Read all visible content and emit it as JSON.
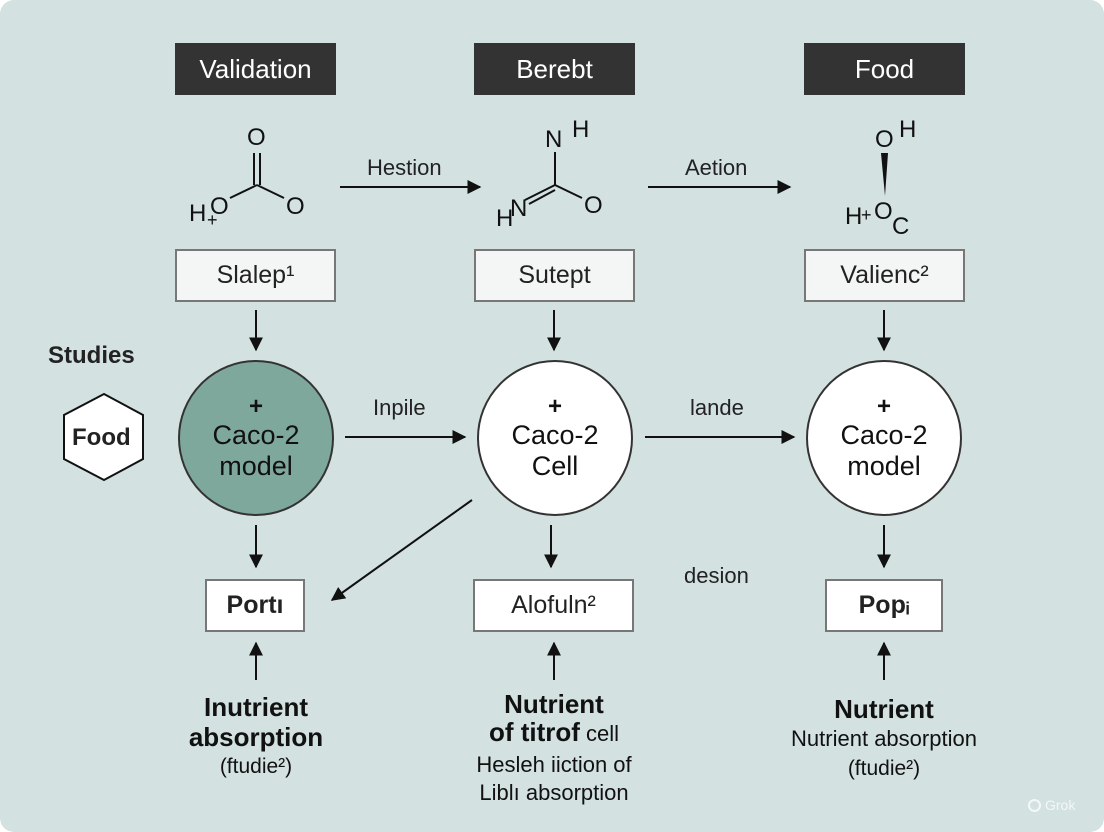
{
  "headers": [
    "Validation",
    "Berebt",
    "Food"
  ],
  "arrow_labels": {
    "top_left": "Hestion",
    "top_right": "Aetion",
    "mid_left": "Inpile",
    "mid_right": "lande",
    "lower_right": "desion"
  },
  "molecules": {
    "left": {
      "o_top": "O",
      "h": "H",
      "plus": "+",
      "o_left": "O",
      "o_right": "O"
    },
    "middle": {
      "n_top": "N",
      "h_top": "H",
      "h": "H",
      "n": "N",
      "o": "O"
    },
    "right": {
      "o_top": "O",
      "h_top": "H",
      "h": "H",
      "plus": "+",
      "o": "O",
      "c": "C"
    }
  },
  "stage_boxes": [
    "Slalep¹",
    "Sutept",
    "Valienc²"
  ],
  "side": {
    "studies": "Studies",
    "food": "Food"
  },
  "circles": [
    {
      "plus": "+",
      "line1": "Caco-2",
      "line2": "model"
    },
    {
      "plus": "+",
      "line1": "Caco-2",
      "line2": "Cell"
    },
    {
      "plus": "+",
      "line1": "Caco-2",
      "line2": "model"
    }
  ],
  "result_boxes": [
    "Portı",
    "Alofuln²",
    "Popᵢ"
  ],
  "bottom": {
    "left": {
      "line1": "Inutrient",
      "line2": "absorption",
      "line3": "(ftudie²)"
    },
    "middle": {
      "line1": "Nutrient",
      "line2_bold": "of titrof",
      "line2_rest": " cell",
      "line3": "Hesleh iiction of",
      "line4": "Liblı absorption"
    },
    "right": {
      "line1": "Nutrient",
      "line2": "Nutrient absorption",
      "line3": "(ftudie²)"
    }
  },
  "watermark": "Grok",
  "colors": {
    "background": "#d3e1e1",
    "header": "#333333",
    "highlight_circle": "#7fa89c"
  }
}
